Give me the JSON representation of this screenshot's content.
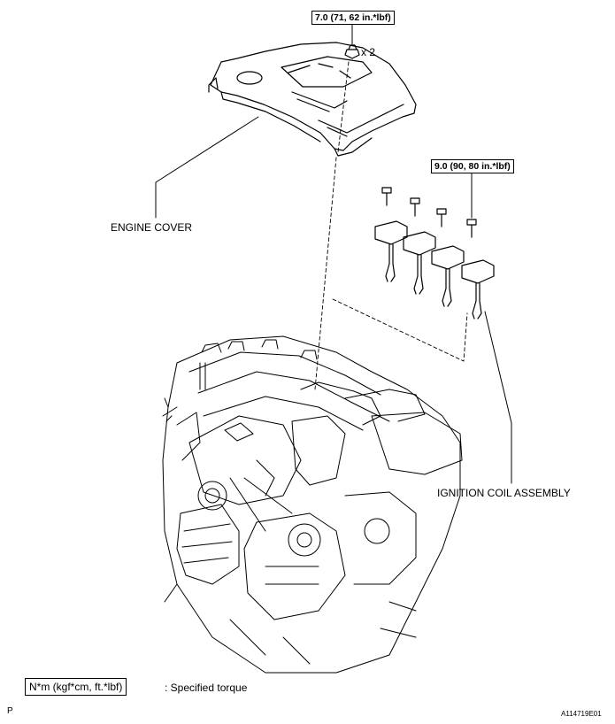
{
  "labels": {
    "engine_cover": "ENGINE COVER",
    "ignition_coil": "IGNITION COIL ASSEMBLY",
    "cover_nut_count": "x 2"
  },
  "torque": {
    "cover": "7.0 (71, 62 in.*lbf)",
    "coil": "9.0 (90, 80 in.*lbf)"
  },
  "legend": {
    "unit_box": "N*m (kgf*cm, ft.*lbf)",
    "text": ": Specified torque"
  },
  "footer": {
    "left_code": "P",
    "figure_id": "A114719E01"
  },
  "icons": [
    "nut-icon",
    "bolt-icon",
    "ignition-coil-icon",
    "engine-cover-icon",
    "engine-block-icon"
  ]
}
